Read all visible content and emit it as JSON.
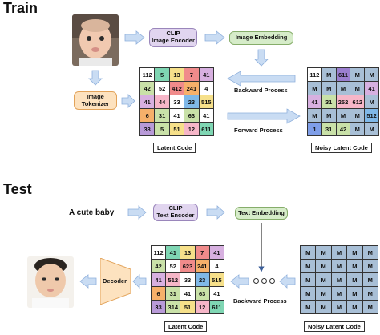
{
  "train": {
    "title": "Train",
    "clip_encoder": "CLIP\nImage Encoder",
    "image_embedding": "Image Embedding",
    "image_tokenizer": "Image\nTokenizer",
    "latent_caption": "Latent Code",
    "noisy_caption": "Noisy Latent Code",
    "backward_label": "Backward Process",
    "forward_label": "Forward Process",
    "latent_grid": [
      [
        "112",
        "5",
        "13",
        "7",
        "41"
      ],
      [
        "42",
        "52",
        "412",
        "241",
        "4"
      ],
      [
        "41",
        "44",
        "33",
        "23",
        "515"
      ],
      [
        "6",
        "31",
        "41",
        "63",
        "41"
      ],
      [
        "33",
        "5",
        "51",
        "12",
        "611"
      ]
    ],
    "noisy_grid": [
      [
        "112",
        "M",
        "611",
        "M",
        "M"
      ],
      [
        "M",
        "M",
        "M",
        "M",
        "41"
      ],
      [
        "41",
        "31",
        "252",
        "612",
        "M"
      ],
      [
        "M",
        "M",
        "M",
        "M",
        "512"
      ],
      [
        "1",
        "31",
        "42",
        "M",
        "M"
      ]
    ]
  },
  "test": {
    "title": "Test",
    "prompt": "A cute baby",
    "clip_encoder": "CLIP\nText Encoder",
    "text_embedding": "Text Embedding",
    "decoder": "Decoder",
    "latent_caption": "Latent Code",
    "noisy_caption": "Noisy Latent Code",
    "backward_label": "Backward Process",
    "latent_grid": [
      [
        "112",
        "41",
        "13",
        "7",
        "41"
      ],
      [
        "42",
        "52",
        "623",
        "241",
        "4"
      ],
      [
        "41",
        "512",
        "33",
        "23",
        "515"
      ],
      [
        "6",
        "31",
        "41",
        "63",
        "41"
      ],
      [
        "33",
        "314",
        "51",
        "12",
        "611"
      ]
    ],
    "noisy_grid": [
      [
        "M",
        "M",
        "M",
        "M",
        "M"
      ],
      [
        "M",
        "M",
        "M",
        "M",
        "M"
      ],
      [
        "M",
        "M",
        "M",
        "M",
        "M"
      ],
      [
        "M",
        "M",
        "M",
        "M",
        "M"
      ],
      [
        "M",
        "M",
        "M",
        "M",
        "M"
      ]
    ]
  },
  "colors": {
    "purple_box": "#e1d5ef",
    "green_box": "#d6ecc9",
    "orange_box": "#fde2bf",
    "arrow": "#aac8ee",
    "mask_cell": "#a8bfd6"
  }
}
